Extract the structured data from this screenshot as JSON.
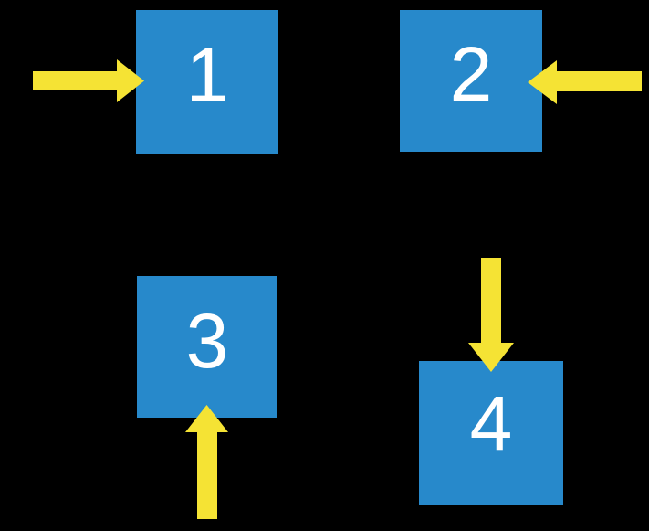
{
  "diagram": {
    "background_color": "#000000",
    "square_color": "#2789CB",
    "arrow_color": "#F5E334",
    "label_color": "#FFFFFF",
    "squares": [
      {
        "label": "1",
        "arrow_direction": "right",
        "arrow_side": "left"
      },
      {
        "label": "2",
        "arrow_direction": "left",
        "arrow_side": "right"
      },
      {
        "label": "3",
        "arrow_direction": "up",
        "arrow_side": "bottom"
      },
      {
        "label": "4",
        "arrow_direction": "down",
        "arrow_side": "top"
      }
    ]
  }
}
